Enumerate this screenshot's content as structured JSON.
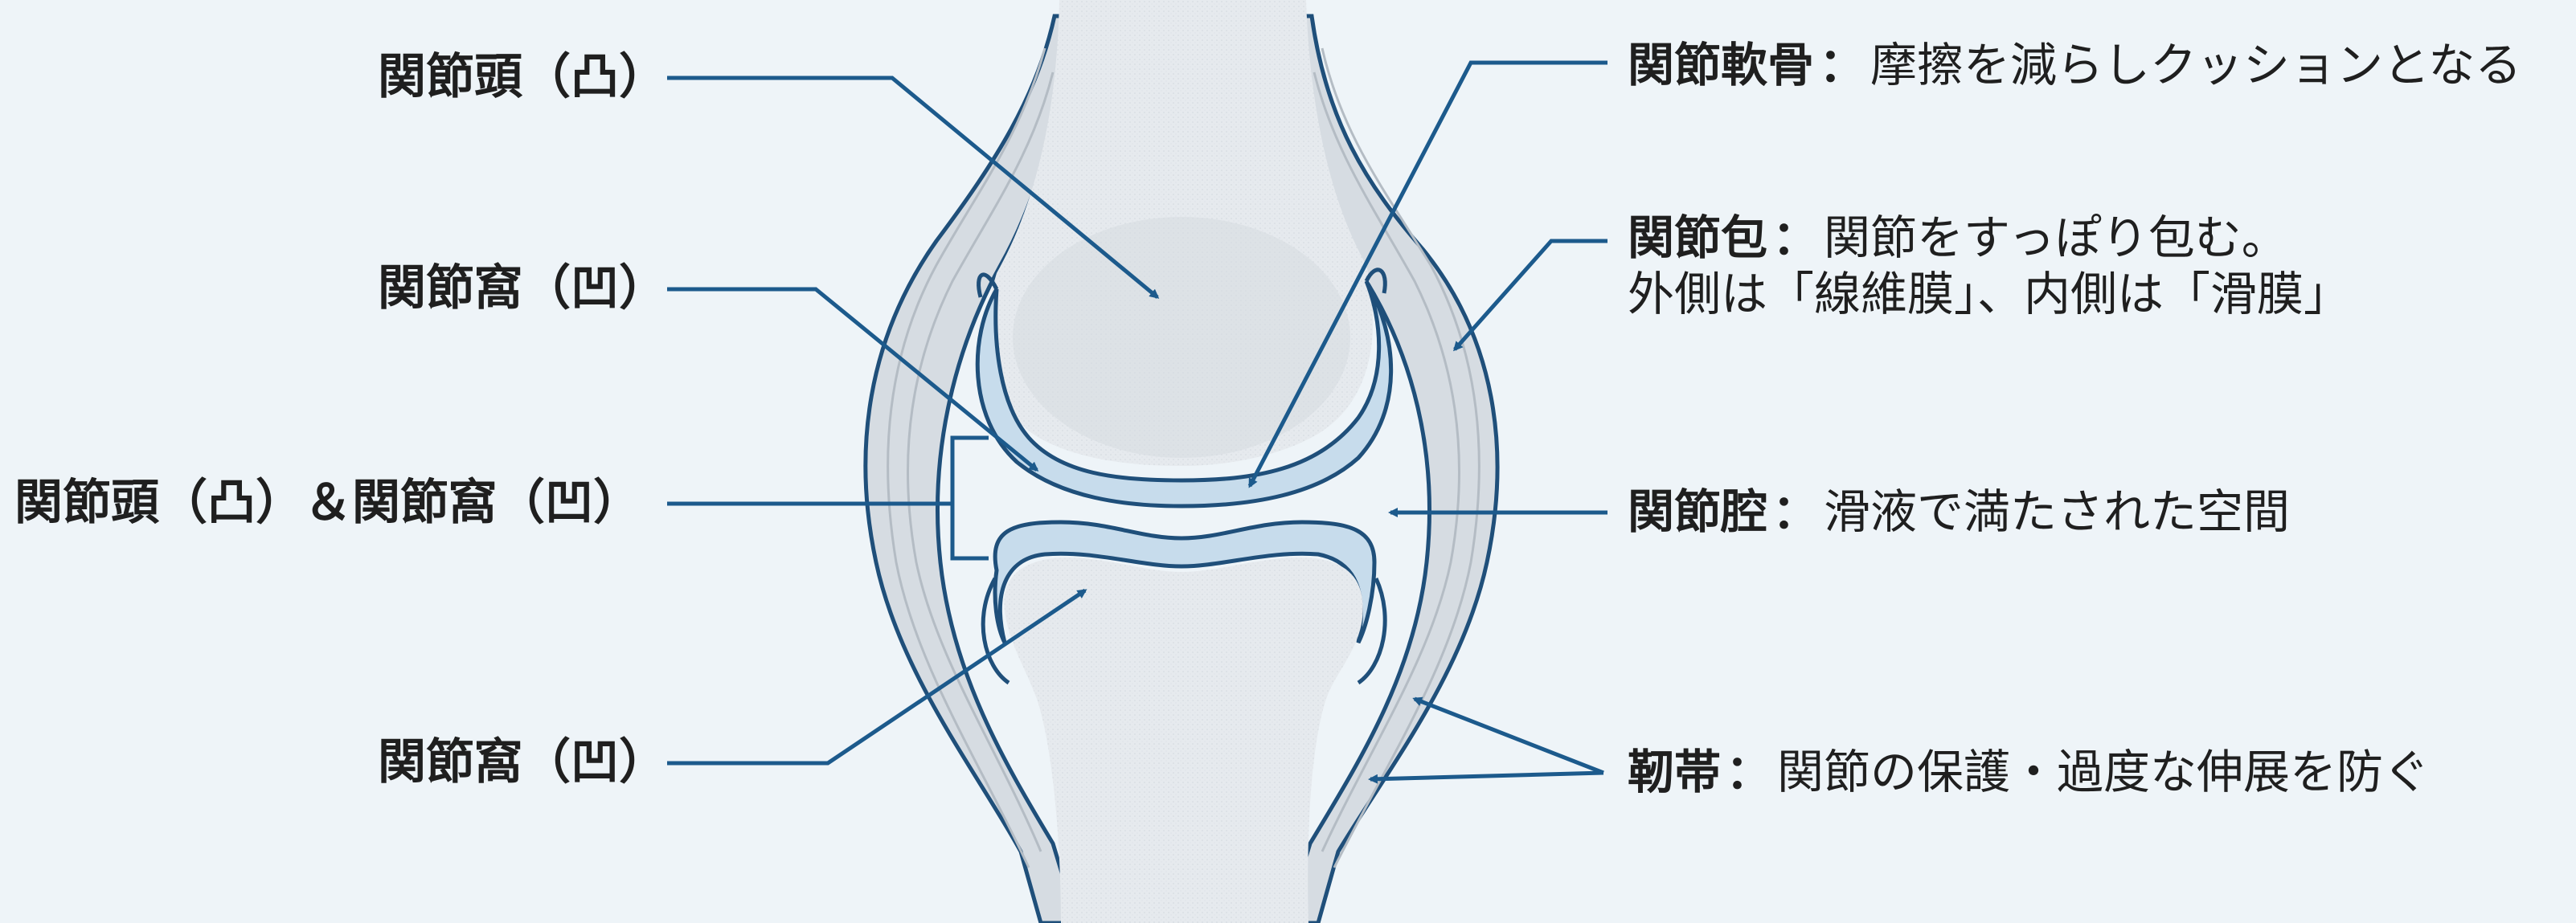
{
  "colors": {
    "background": "#eef4f8",
    "bone": "#e4e8ec",
    "bone_shade": "#c9cfd5",
    "cartilage": "#c7dcec",
    "outline": "#1f4f7a",
    "capsule": "#d9dee3",
    "leader": "#1c5a8c"
  },
  "left_labels": {
    "head": "関節頭（凸）",
    "fossa_top": "関節窩（凹）",
    "head_and_fossa": "関節頭（凸）＆関節窩（凹）",
    "fossa_bottom": "関節窩（凹）"
  },
  "right_labels": {
    "cartilage": {
      "term": "関節軟骨",
      "colon": "：",
      "desc": "摩擦を減らしクッションとなる"
    },
    "capsule": {
      "term": "関節包",
      "colon": "：",
      "desc": "関節をすっぽり包む。",
      "line2": "外側は「線維膜」、内側は「滑膜」"
    },
    "cavity": {
      "term": "関節腔",
      "colon": "：",
      "desc": "滑液で満たされた空間"
    },
    "ligament": {
      "term": "靭帯",
      "colon": "：",
      "desc": "関節の保護・過度な伸展を防ぐ"
    }
  }
}
